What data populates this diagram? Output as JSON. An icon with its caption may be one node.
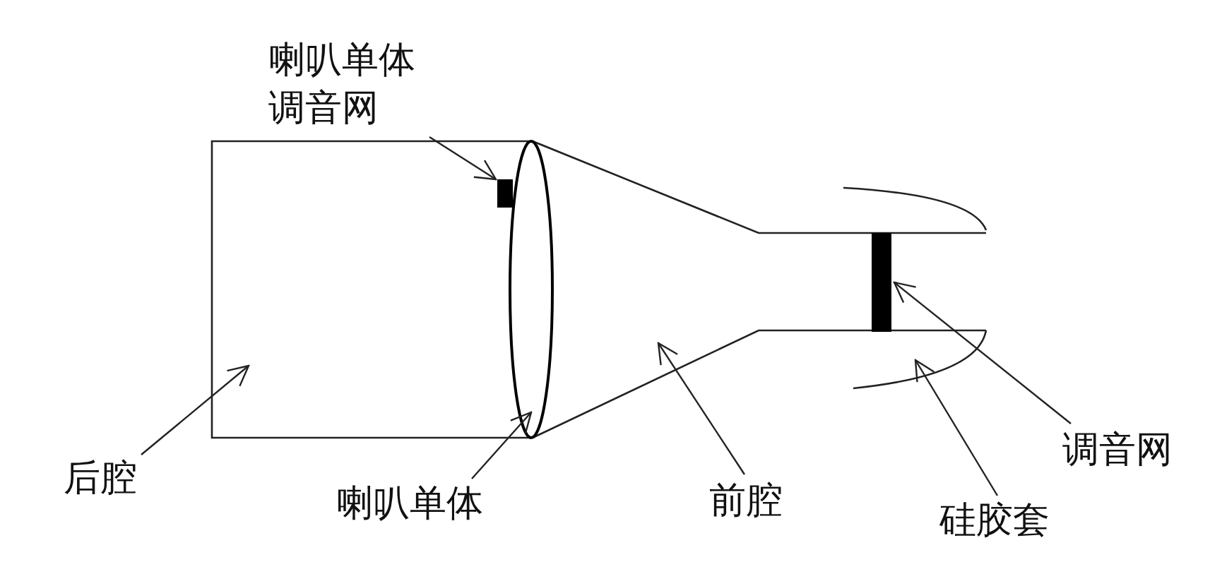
{
  "diagram": {
    "nodes": [
      {
        "text": [
          "喇叭单体调音网"
        ]
      },
      {
        "text": [
          "后腔"
        ]
      },
      {
        "text": [
          "喇叭单体"
        ]
      },
      {
        "text": [
          "前腔"
        ]
      },
      {
        "text": [
          "硅胶套"
        ]
      },
      {
        "text": [
          "调音网"
        ]
      },
      {
        "text": [],
        "shape": "box"
      },
      {
        "text": [],
        "shape": "ellipse"
      },
      {
        "text": [],
        "shape": "bar"
      }
    ],
    "edges": [
      {
        "from": 0,
        "to": 6,
        "arrow": "to"
      },
      {
        "from": 1,
        "to": null,
        "arrow": "to"
      },
      {
        "from": 2,
        "to": 7,
        "arrow": "to"
      },
      {
        "from": 3,
        "to": null,
        "arrow": "to"
      },
      {
        "from": 4,
        "to": null,
        "arrow": "to"
      },
      {
        "from": 5,
        "to": 8,
        "arrow": "to"
      }
    ]
  }
}
